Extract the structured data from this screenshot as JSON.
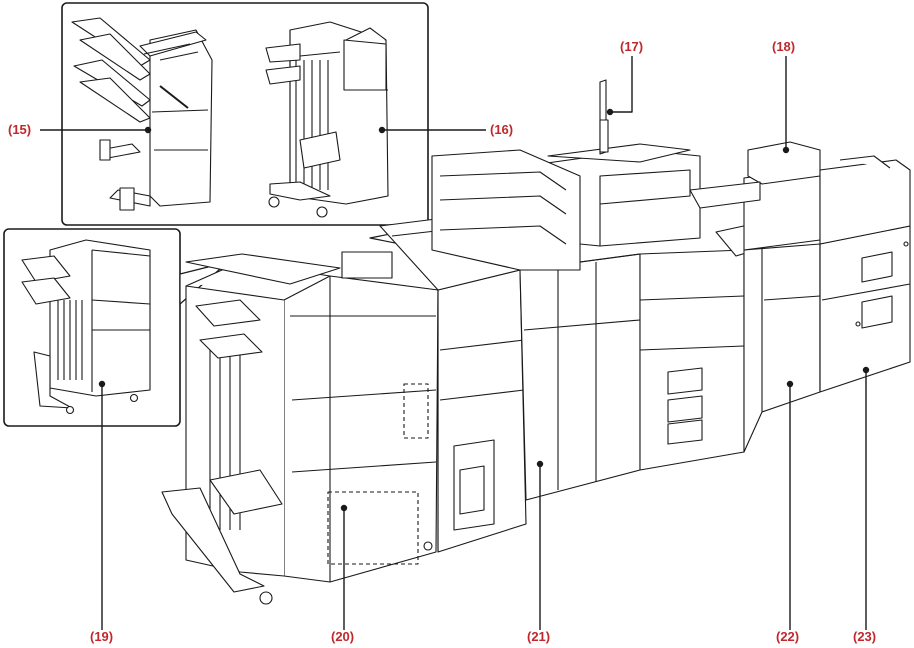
{
  "accent_color": "#c0282d",
  "callouts": {
    "c15": "(15)",
    "c16": "(16)",
    "c17": "(17)",
    "c18": "(18)",
    "c19": "(19)",
    "c20": "(20)",
    "c21": "(21)",
    "c22": "(22)",
    "c23": "(23)"
  }
}
